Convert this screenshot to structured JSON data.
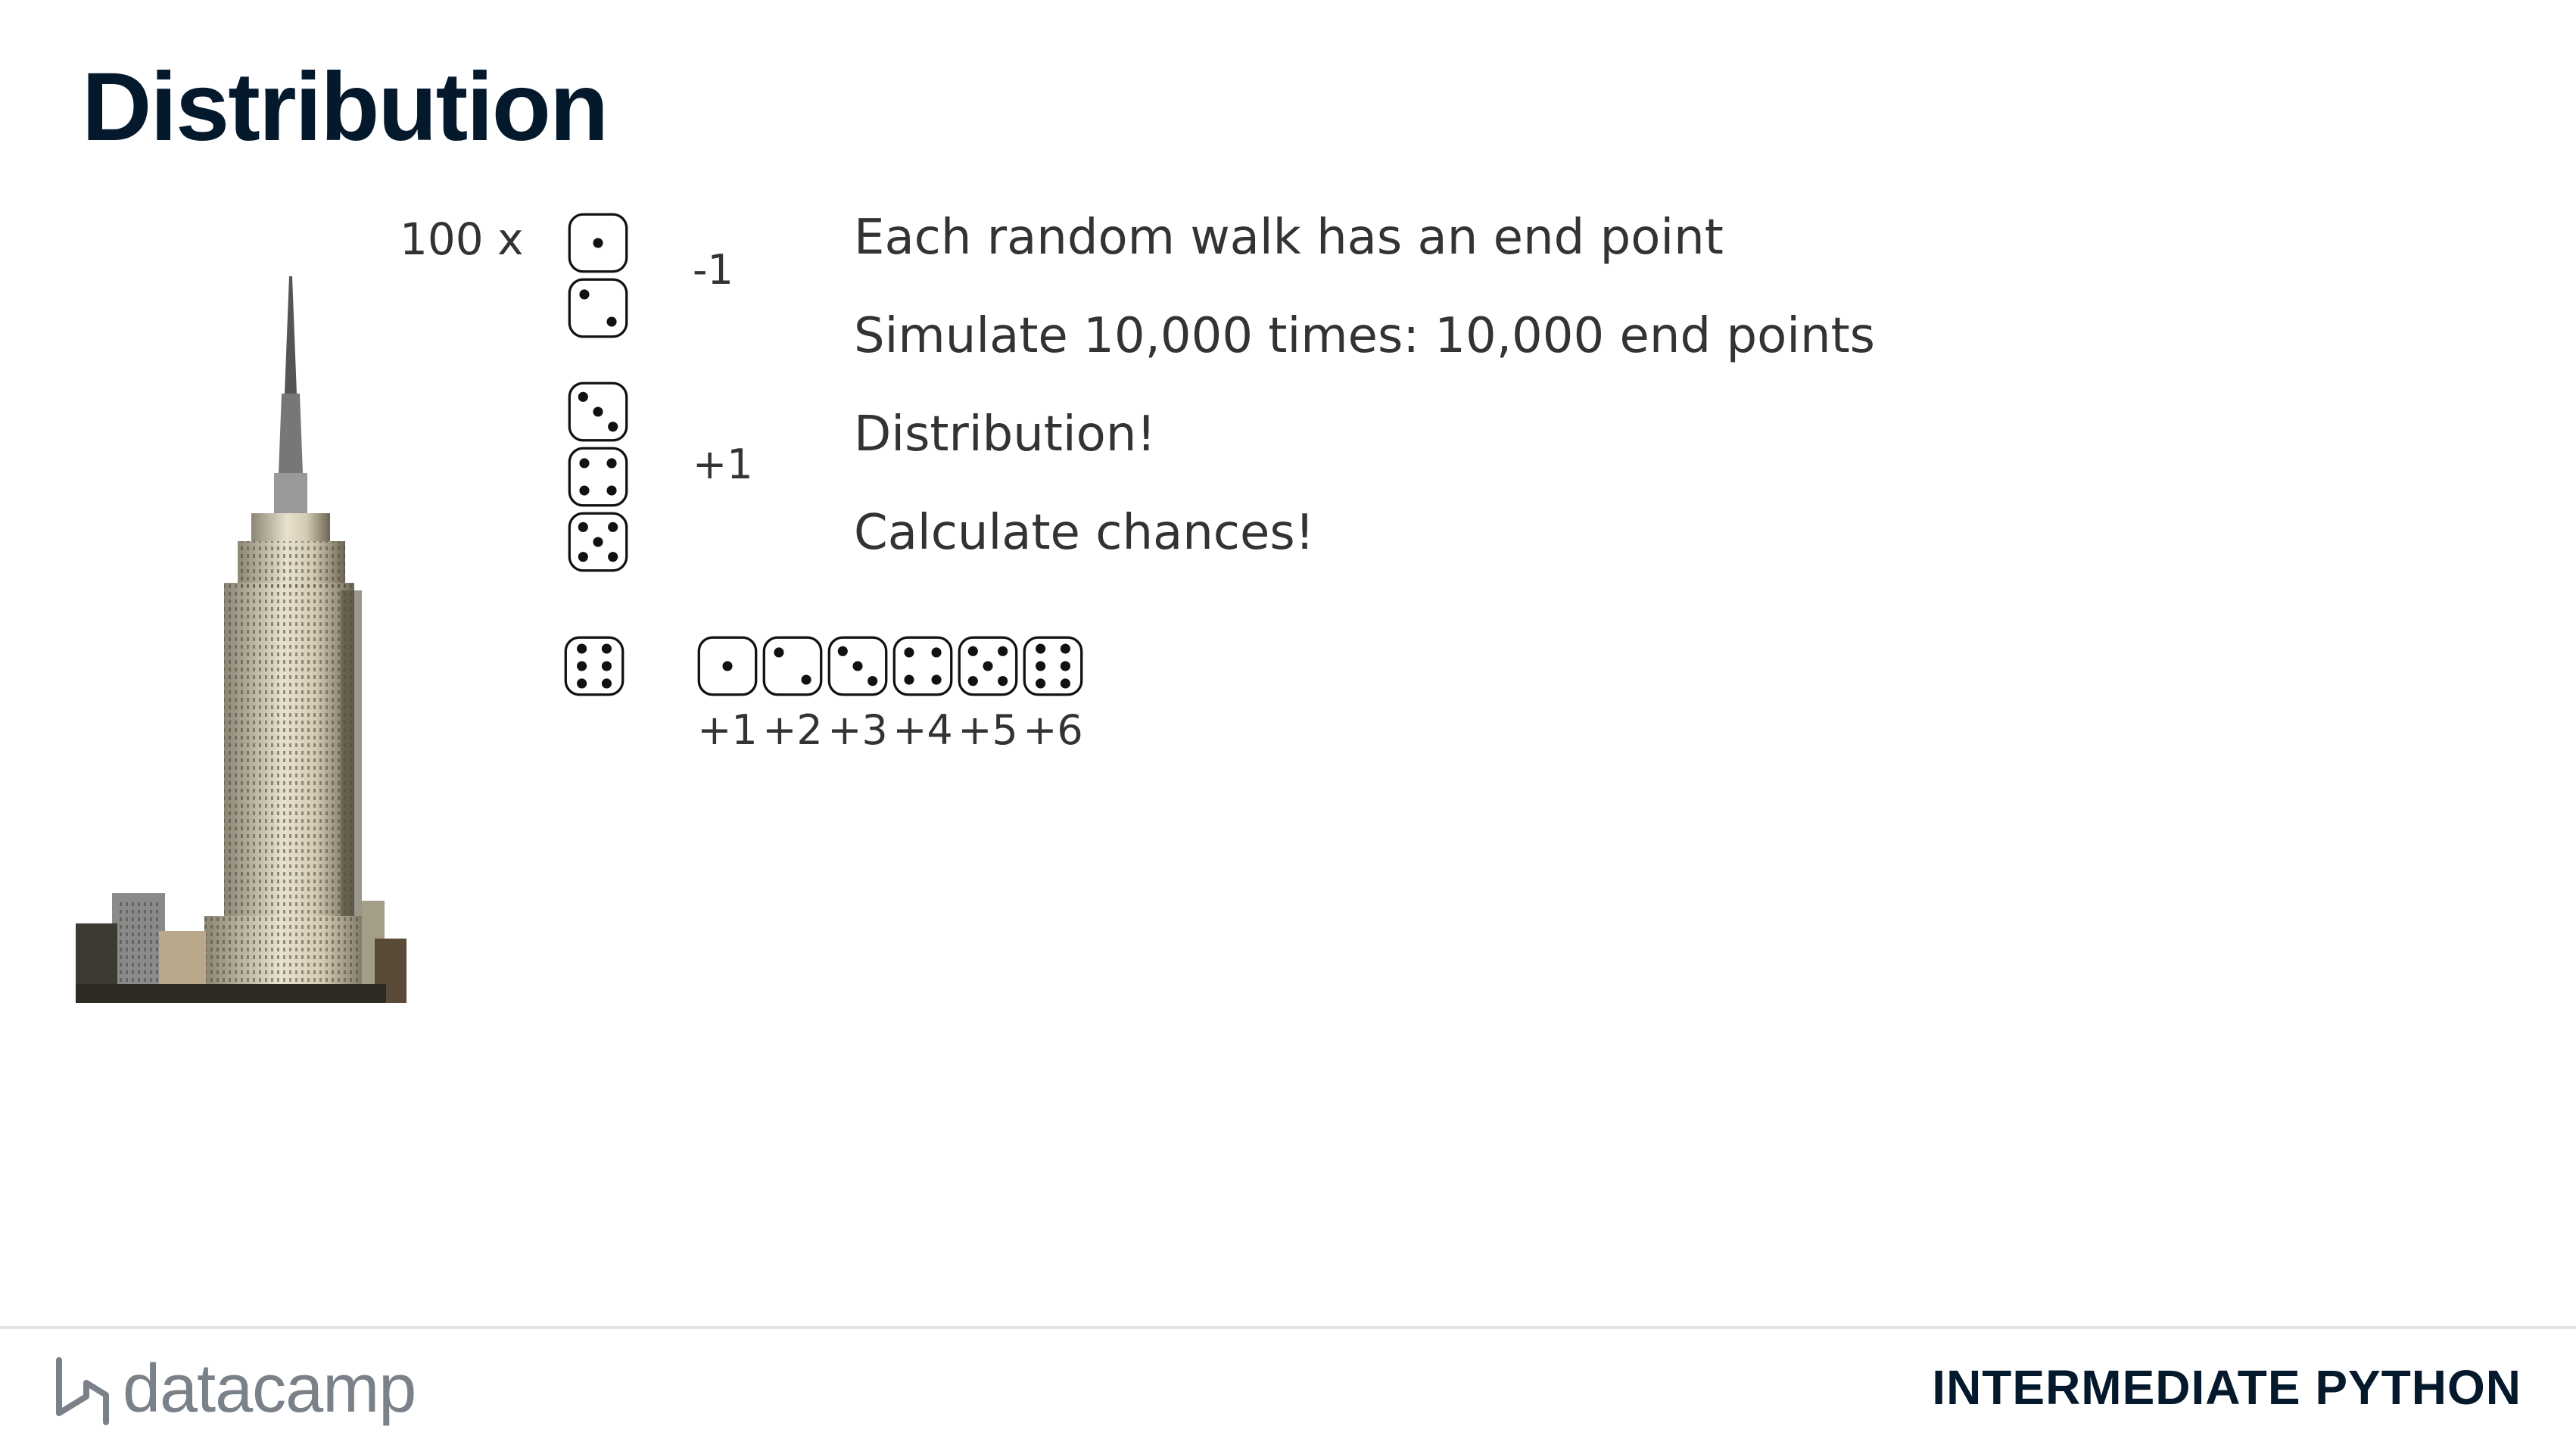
{
  "slide": {
    "title": "Distribution"
  },
  "walk": {
    "repeat_label": "100 x",
    "down_step": "-1",
    "up_step": "+1",
    "down_faces": [
      1,
      2
    ],
    "up_faces": [
      3,
      4,
      5
    ],
    "roll_again_face": 6,
    "roll_again_faces": [
      1,
      2,
      3,
      4,
      5,
      6
    ],
    "roll_again_values": [
      "+1",
      "+2",
      "+3",
      "+4",
      "+5",
      "+6"
    ]
  },
  "bullets": [
    "Each random walk has an end point",
    "Simulate 10,000 times: 10,000 end points",
    "Distribution!",
    "Calculate chances!"
  ],
  "footer": {
    "logo_text": "datacamp",
    "course": "INTERMEDIATE PYTHON"
  },
  "colors": {
    "title": "#05192d",
    "body_text": "#333333",
    "logo": "#7a8189"
  }
}
